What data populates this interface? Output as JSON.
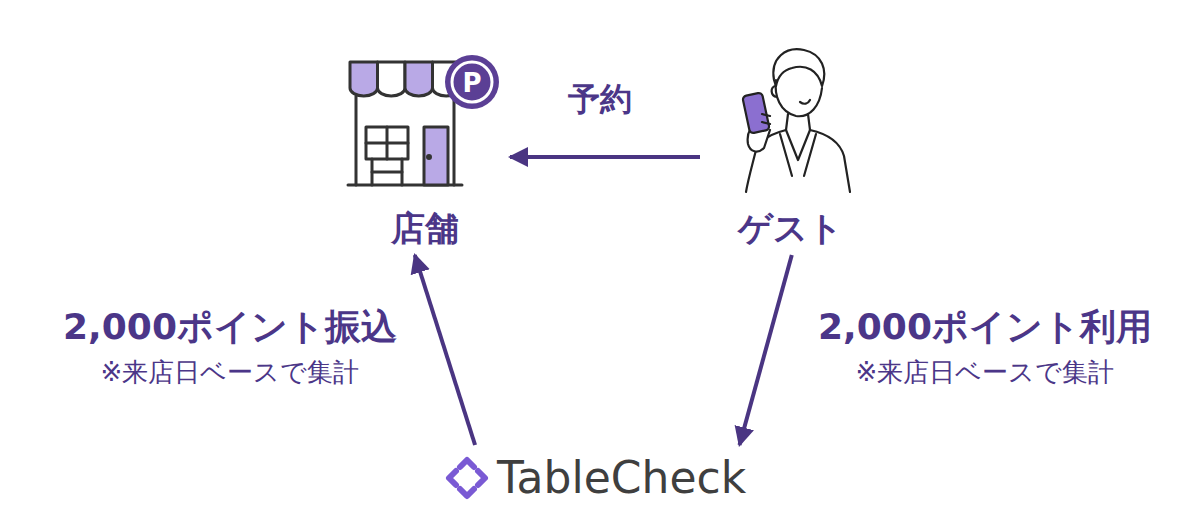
{
  "diagram": {
    "nodes": [
      {
        "text": [
          "店舗"
        ]
      },
      {
        "text": [
          "ゲスト"
        ]
      },
      {
        "text": [
          "TableCheck"
        ]
      }
    ],
    "edges": [
      {
        "from": 1,
        "to": 0,
        "arrow": "to",
        "label": "予約"
      },
      {
        "from": 2,
        "to": 0,
        "arrow": "to",
        "label": "2,000ポイント振込"
      },
      {
        "from": 1,
        "to": 2,
        "arrow": "to",
        "label": "2,000ポイント利用"
      }
    ],
    "labels": [
      "P",
      "※来店日ベースで集計",
      "※来店日ベースで集計"
    ]
  }
}
